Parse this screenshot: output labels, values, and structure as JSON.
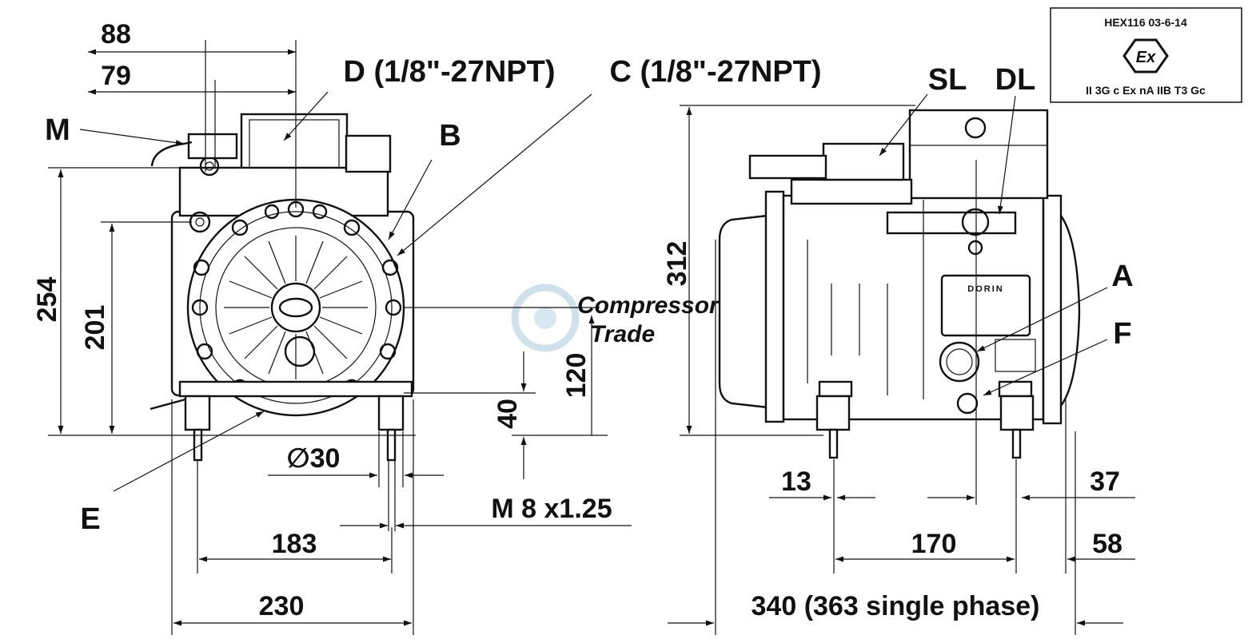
{
  "certificate": {
    "code": "HEX116 03-6-14",
    "ex_symbol": "Ex",
    "marking": "II 3G c Ex nA IIB T3 Gc"
  },
  "watermark": {
    "line1": "Compressor",
    "line2": "Trade",
    "color": "#c9dde8"
  },
  "brand_plate": "DORIN",
  "front_view": {
    "labels": {
      "M": "M",
      "D": "D (1/8\"-27NPT)",
      "C": "C (1/8\"-27NPT)",
      "B": "B",
      "E": "E"
    },
    "dims": {
      "d88": "88",
      "d79": "79",
      "d254": "254",
      "d201": "201",
      "d120": "120",
      "d40": "40",
      "dia30": "∅30",
      "thread": "M 8 x1.25",
      "d183": "183",
      "d230": "230"
    }
  },
  "side_view": {
    "labels": {
      "SL": "SL",
      "DL": "DL",
      "A": "A",
      "F": "F"
    },
    "dims": {
      "d312": "312",
      "d13": "13",
      "d37": "37",
      "d170": "170",
      "d58": "58",
      "d340": "340 (363 single phase)"
    }
  }
}
